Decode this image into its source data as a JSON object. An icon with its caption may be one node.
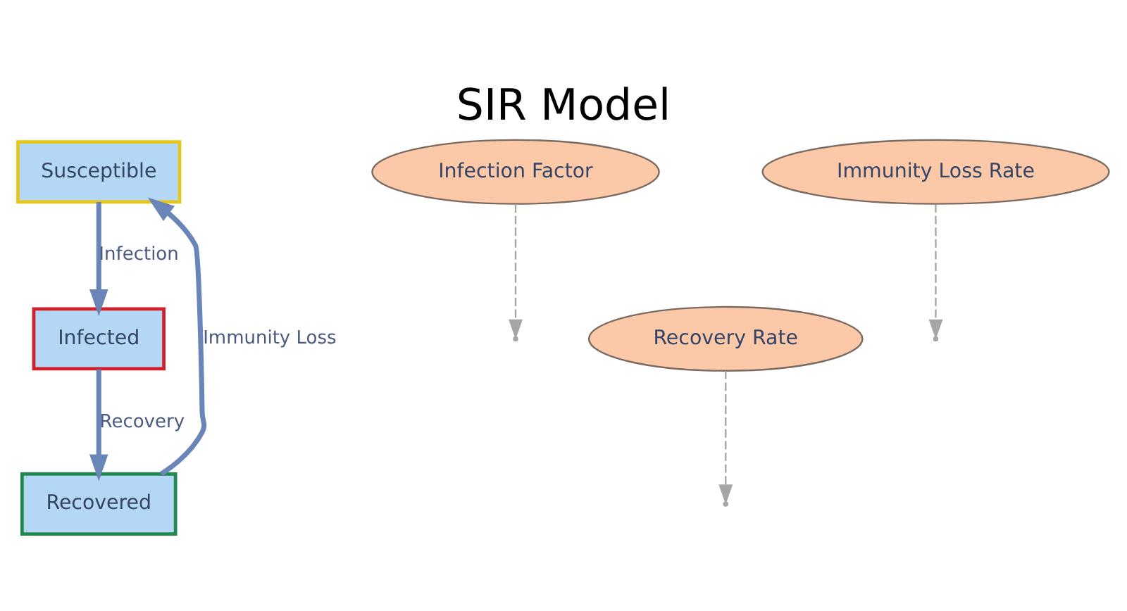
{
  "diagram": {
    "title": "SIR Model",
    "nodes": [
      {
        "text": [
          "Susceptible"
        ]
      },
      {
        "text": [
          "Infected"
        ]
      },
      {
        "text": [
          "Recovered"
        ]
      },
      {
        "text": [
          "Infection Factor"
        ]
      },
      {
        "text": [
          "Recovery Rate"
        ]
      },
      {
        "text": [
          "Immunity Loss Rate"
        ]
      }
    ],
    "edges": [
      {
        "from": 0,
        "to": 1,
        "arrow": "to",
        "label": "Infection",
        "style": "thick"
      },
      {
        "from": 1,
        "to": 2,
        "arrow": "to",
        "label": "Recovery",
        "style": "thick"
      },
      {
        "from": 2,
        "to": 0,
        "arrow": "to",
        "label": "Immunity Loss",
        "style": "thick"
      },
      {
        "from": 3,
        "to": null,
        "arrow": "to",
        "style": "dashed",
        "color": "#a6a6a6"
      },
      {
        "from": 4,
        "to": null,
        "arrow": "to",
        "style": "dashed",
        "color": "#a6a6a6"
      },
      {
        "from": 5,
        "to": null,
        "arrow": "to",
        "style": "dashed",
        "color": "#a6a6a6"
      }
    ]
  }
}
